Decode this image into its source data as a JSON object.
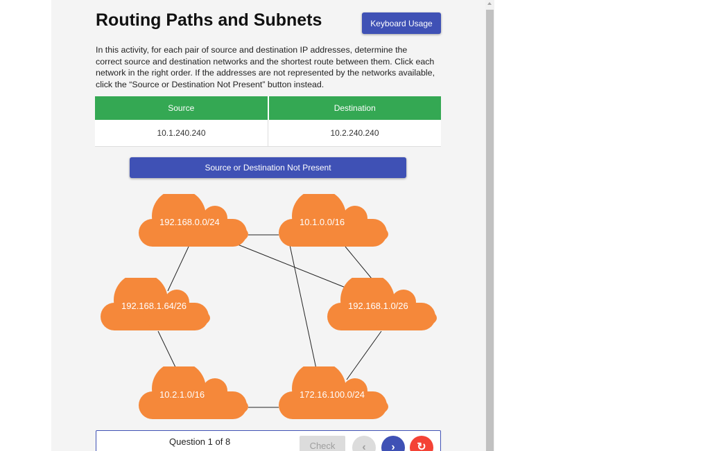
{
  "header": {
    "title": "Routing Paths and Subnets",
    "keyboard_button": "Keyboard Usage"
  },
  "instructions": "In this activity, for each pair of source and destination IP addresses, determine the correct source and destination networks and the shortest route between them. Click each network in the right order. If the addresses are not represented by the networks available, click the “Source or Destination Not Present” button instead.",
  "table": {
    "headers": [
      "Source",
      "Destination"
    ],
    "row": [
      "10.1.240.240",
      "10.2.240.240"
    ]
  },
  "not_present_button": "Source or Destination Not Present",
  "networks": [
    {
      "label": "192.168.0.0/24"
    },
    {
      "label": "10.1.0.0/16"
    },
    {
      "label": "192.168.1.64/26"
    },
    {
      "label": "192.168.1.0/26"
    },
    {
      "label": "10.2.1.0/16"
    },
    {
      "label": "172.16.100.0/24"
    }
  ],
  "footer": {
    "question": "Question 1 of 8",
    "check_label": "Check",
    "prev_icon": "‹",
    "next_icon": "›",
    "reset_icon": "↻"
  },
  "colors": {
    "accent": "#3f51b5",
    "header_green": "#34a853",
    "cloud": "#f5883a",
    "reset": "#f44336"
  }
}
